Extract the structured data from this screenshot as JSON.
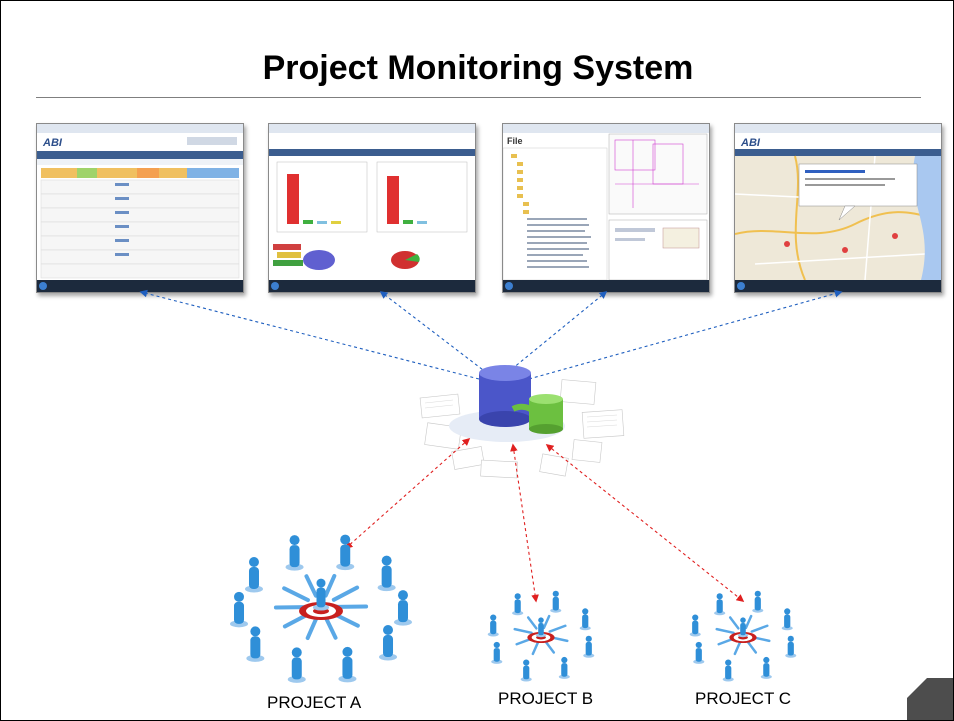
{
  "slide": {
    "title": "Project Monitoring System"
  },
  "screenshots": [
    {
      "name": "data-table"
    },
    {
      "name": "charts"
    },
    {
      "name": "file-browser"
    },
    {
      "name": "map"
    }
  ],
  "projects": [
    {
      "label": "PROJECT A"
    },
    {
      "label": "PROJECT B"
    },
    {
      "label": "PROJECT C"
    }
  ],
  "colors": {
    "link_to_screens": "#1f5fbf",
    "link_to_projects": "#e02020",
    "database_blue": "#4b56c9",
    "database_green": "#6cc040",
    "target_red": "#c8201e",
    "person_blue": "#2f8fd8",
    "corner_tab": "#4d4d4d"
  }
}
